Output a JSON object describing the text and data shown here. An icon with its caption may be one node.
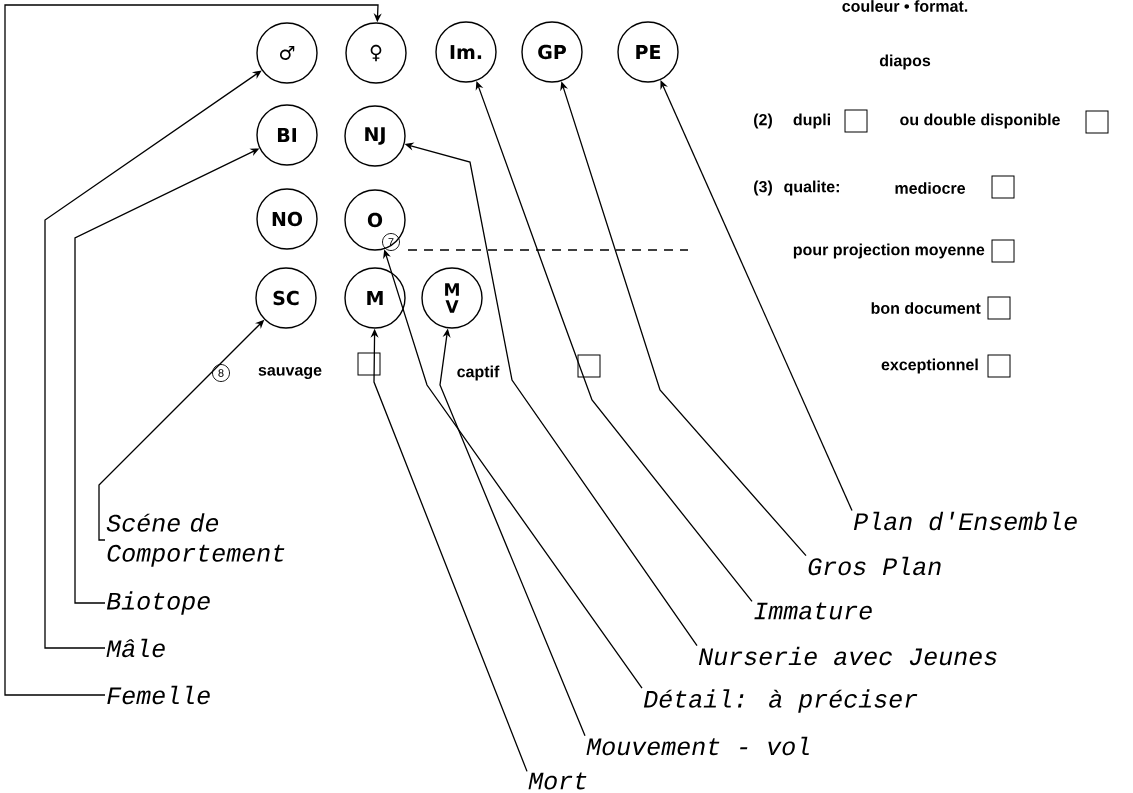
{
  "diagram": {
    "nodes": [
      {
        "text": [
          "♂"
        ]
      },
      {
        "text": [
          "♀"
        ]
      },
      {
        "text": [
          "Im."
        ]
      },
      {
        "text": [
          "GP"
        ]
      },
      {
        "text": [
          "PE"
        ]
      },
      {
        "text": [
          "BI"
        ]
      },
      {
        "text": [
          "NJ"
        ]
      },
      {
        "text": [
          "NO"
        ]
      },
      {
        "text": [
          "O"
        ]
      },
      {
        "text": [
          "SC"
        ]
      },
      {
        "text": [
          "M"
        ]
      },
      {
        "text": [
          "M V"
        ]
      },
      {
        "text": [
          "Plan d'Ensemble"
        ]
      },
      {
        "text": [
          "Scéne de Comportement"
        ]
      },
      {
        "text": [
          "Gros Plan"
        ]
      },
      {
        "text": [
          "Biotope"
        ]
      },
      {
        "text": [
          "Immature"
        ]
      },
      {
        "text": [
          "Mâle"
        ]
      },
      {
        "text": [
          "Nurserie avec Jeunes"
        ]
      },
      {
        "text": [
          "Femelle"
        ]
      },
      {
        "text": [
          "Détail: à préciser"
        ]
      },
      {
        "text": [
          "Mouvement - vol"
        ]
      },
      {
        "text": [
          "Mort"
        ]
      }
    ],
    "edges": [
      {
        "from": 12,
        "to": 4,
        "arrow": "to"
      },
      {
        "from": 13,
        "to": 9,
        "arrow": "to"
      },
      {
        "from": 14,
        "to": 3,
        "arrow": "to"
      },
      {
        "from": 15,
        "to": 5,
        "arrow": "to"
      },
      {
        "from": 16,
        "to": 2,
        "arrow": "to"
      },
      {
        "from": 17,
        "to": 0,
        "arrow": "to"
      },
      {
        "from": 18,
        "to": 6,
        "arrow": "to"
      },
      {
        "from": 19,
        "to": 1,
        "arrow": "to"
      },
      {
        "from": 20,
        "to": 8,
        "arrow": "to"
      },
      {
        "from": 21,
        "to": 11,
        "arrow": "to"
      },
      {
        "from": 22,
        "to": 10,
        "arrow": "to"
      }
    ],
    "labels": [
      "couleur • format.",
      "diapos",
      "(2)",
      "dupli",
      "ou double disponible",
      "(3)",
      "qualite:",
      "mediocre",
      "7",
      "pour projection moyenne",
      "bon document",
      "8",
      "sauvage",
      "captif",
      "exceptionnel"
    ]
  }
}
